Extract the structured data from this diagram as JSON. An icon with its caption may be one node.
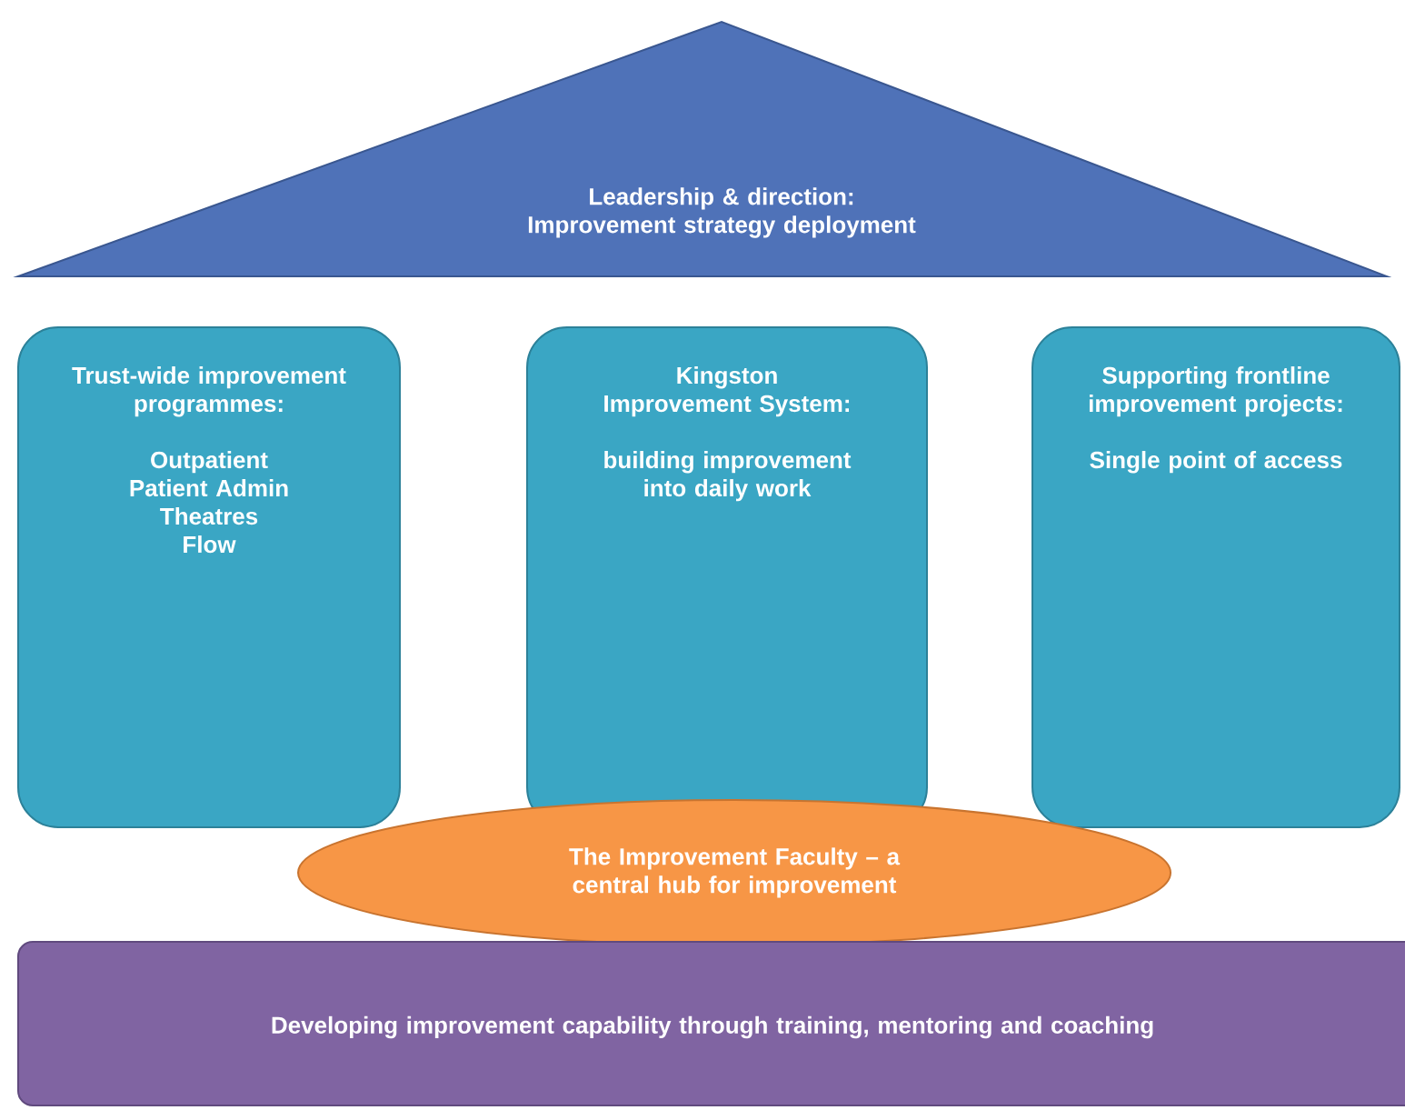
{
  "diagram": {
    "nodes": [
      {
        "text": [
          "Leadership & direction: Improvement strategy deployment"
        ]
      },
      {
        "text": [
          "Trust-wide improvement programmes:",
          "Outpatient",
          "Patient Admin",
          "Theatres",
          "Flow"
        ]
      },
      {
        "text": [
          "Kingston Improvement System:",
          "building improvement into daily work"
        ]
      },
      {
        "text": [
          "Supporting frontline improvement projects:",
          "Single point of access"
        ]
      },
      {
        "text": [
          "The Improvement Faculty – a central hub for improvement"
        ]
      },
      {
        "text": [
          "Developing improvement capability through training, mentoring and coaching"
        ]
      }
    ]
  }
}
